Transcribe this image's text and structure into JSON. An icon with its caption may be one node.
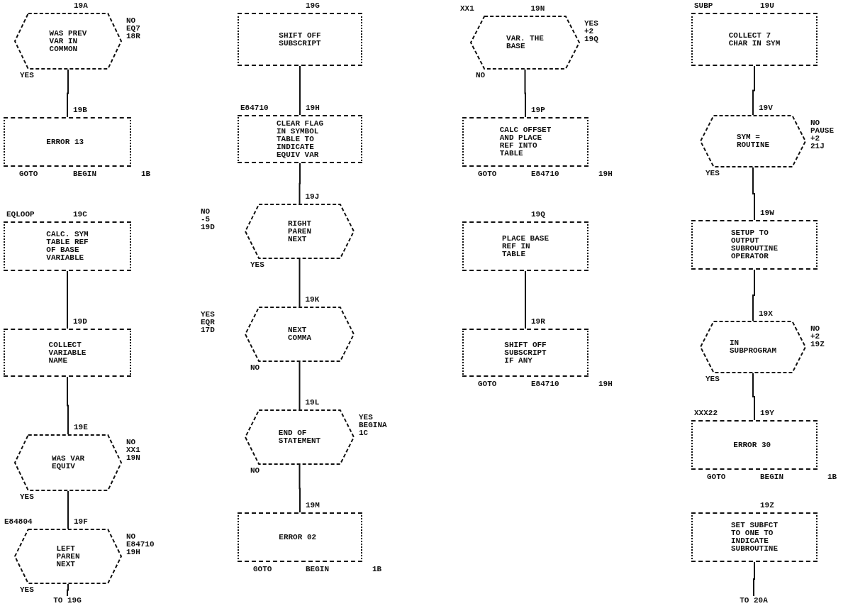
{
  "diagram": {
    "nodes": [
      {
        "text": [
          "WAS PREV VAR IN COMMON"
        ],
        "beside": [
          "19A",
          "NO EQ7 18R",
          "YES"
        ]
      },
      {
        "text": [
          "ERROR 13"
        ],
        "beside": [
          "19B",
          "GOTO",
          "BEGIN",
          "1B"
        ]
      },
      {
        "text": [
          "CALC. SYM TABLE REF OF BASE VARIABLE"
        ],
        "beside": [
          "EQLOOP",
          "19C"
        ]
      },
      {
        "text": [
          "COLLECT VARIABLE NAME"
        ],
        "beside": [
          "19D"
        ]
      },
      {
        "text": [
          "WAS VAR EQUIV"
        ],
        "beside": [
          "19E",
          "NO XX1 19N",
          "YES"
        ]
      },
      {
        "text": [
          "LEFT PAREN NEXT"
        ],
        "beside": [
          "E84804",
          "19F",
          "NO E84710 19H",
          "YES"
        ]
      },
      {
        "text": [
          "TO 19G"
        ]
      },
      {
        "text": [
          "SHIFT OFF SUBSCRIPT"
        ],
        "beside": [
          "19G"
        ]
      },
      {
        "text": [
          "CLEAR FLAG IN SYMBOL TABLE TO INDICATE EQUIV VAR"
        ],
        "beside": [
          "E84710",
          "19H"
        ]
      },
      {
        "text": [
          "RIGHT PAREN NEXT"
        ],
        "beside": [
          "19J",
          "NO -5 19D",
          "YES"
        ]
      },
      {
        "text": [
          "NEXT COMMA"
        ],
        "beside": [
          "19K",
          "YES EQR 17D",
          "NO"
        ]
      },
      {
        "text": [
          "END OF STATEMENT"
        ],
        "beside": [
          "19L",
          "YES BEGINA 1C",
          "NO"
        ]
      },
      {
        "text": [
          "ERROR 02"
        ],
        "beside": [
          "19M",
          "GOTO",
          "BEGIN",
          "1B"
        ]
      },
      {
        "text": [
          "VAR. THE BASE"
        ],
        "beside": [
          "XX1",
          "19N",
          "YES +2 19Q",
          "NO"
        ]
      },
      {
        "text": [
          "CALC OFFSET AND PLACE REF INTO TABLE"
        ],
        "beside": [
          "19P",
          "GOTO",
          "E84710",
          "19H"
        ]
      },
      {
        "text": [
          "PLACE BASE REF IN TABLE"
        ],
        "beside": [
          "19Q"
        ]
      },
      {
        "text": [
          "SHIFT OFF SUBSCRIPT IF ANY"
        ],
        "beside": [
          "19R",
          "GOTO",
          "E84710",
          "19H"
        ]
      },
      {
        "text": [
          "COLLECT 7 CHAR IN SYM"
        ],
        "beside": [
          "SUBP",
          "19U"
        ]
      },
      {
        "text": [
          "SYM = ROUTINE"
        ],
        "beside": [
          "19V",
          "NO PAUSE +2 21J",
          "YES"
        ]
      },
      {
        "text": [
          "SETUP TO OUTPUT SUBROUTINE OPERATOR"
        ],
        "beside": [
          "19W"
        ]
      },
      {
        "text": [
          "IN SUBPROGRAM"
        ],
        "beside": [
          "19X",
          "NO +2 19Z",
          "YES"
        ]
      },
      {
        "text": [
          "ERROR 30"
        ],
        "beside": [
          "XXX22",
          "19Y",
          "GOTO",
          "BEGIN",
          "1B"
        ]
      },
      {
        "text": [
          "SET SUBFCT TO ONE TO INDICATE SUBROUTINE"
        ],
        "beside": [
          "19Z"
        ]
      },
      {
        "text": [
          "TO 20A"
        ]
      }
    ],
    "edges": [
      {
        "from": 0,
        "to": 1,
        "arrow": "none"
      },
      {
        "from": 2,
        "to": 3,
        "arrow": "none"
      },
      {
        "from": 3,
        "to": 4,
        "arrow": "none"
      },
      {
        "from": 4,
        "to": 5,
        "arrow": "none"
      },
      {
        "from": 5,
        "to": 6,
        "arrow": "none"
      },
      {
        "from": 7,
        "to": 8,
        "arrow": "none"
      },
      {
        "from": 8,
        "to": 9,
        "arrow": "none"
      },
      {
        "from": 9,
        "to": 10,
        "arrow": "none"
      },
      {
        "from": 10,
        "to": 11,
        "arrow": "none"
      },
      {
        "from": 11,
        "to": 12,
        "arrow": "none"
      },
      {
        "from": 13,
        "to": 14,
        "arrow": "none"
      },
      {
        "from": 15,
        "to": 16,
        "arrow": "none"
      },
      {
        "from": 17,
        "to": 18,
        "arrow": "none"
      },
      {
        "from": 18,
        "to": 19,
        "arrow": "none"
      },
      {
        "from": 19,
        "to": 20,
        "arrow": "none"
      },
      {
        "from": 20,
        "to": 21,
        "arrow": "none"
      },
      {
        "from": 22,
        "to": 23,
        "arrow": "none"
      }
    ]
  }
}
